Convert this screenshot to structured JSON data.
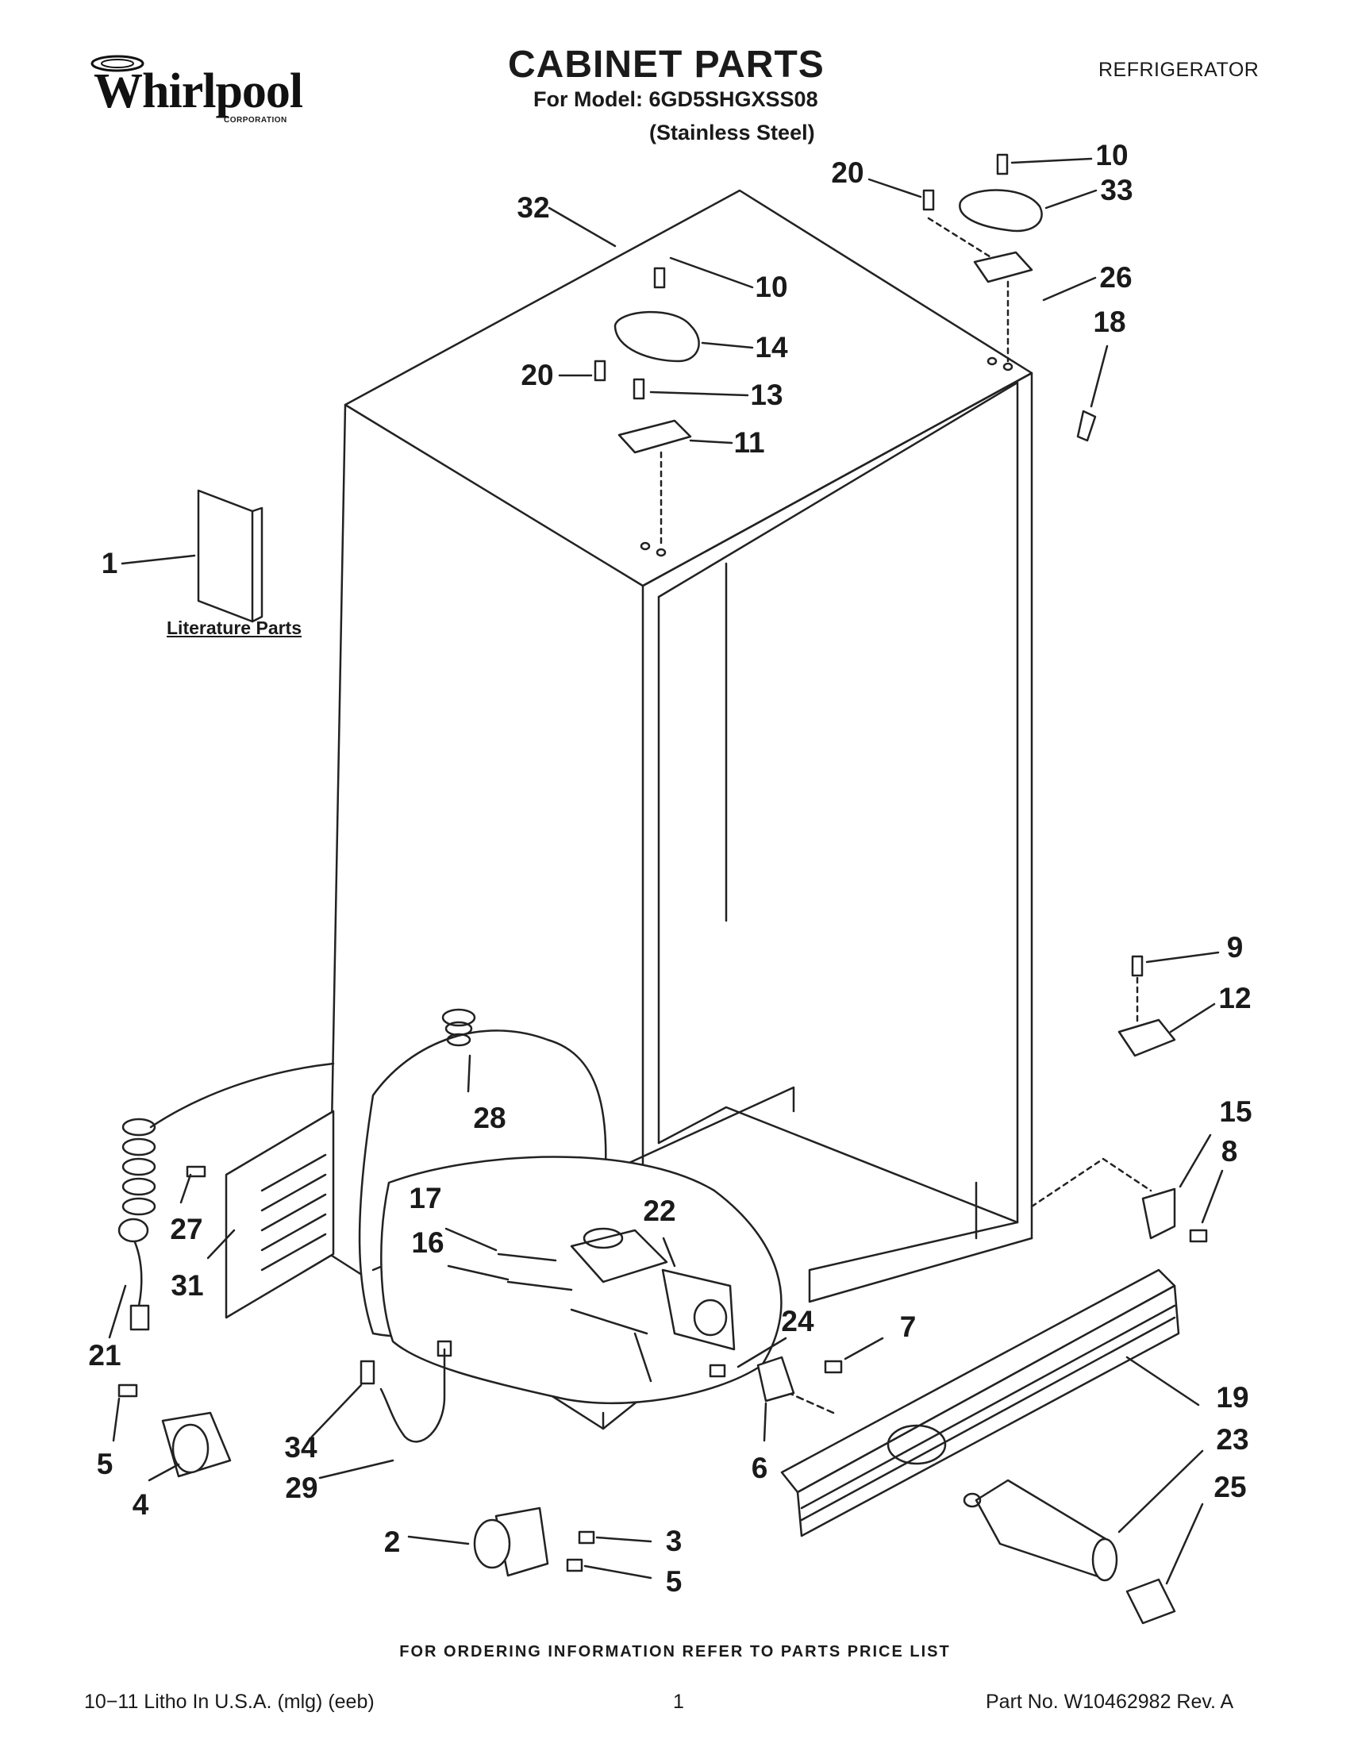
{
  "header": {
    "brand": "Whirlpool",
    "brand_sub": "CORPORATION",
    "title": "CABINET PARTS",
    "model_line": "For Model: 6GD5SHGXSS08",
    "finish": "(Stainless Steel)",
    "appliance": "REFRIGERATOR"
  },
  "diagram": {
    "literature_label": "Literature Parts",
    "callouts": {
      "c1": "1",
      "c2": "2",
      "c3": "3",
      "c4": "4",
      "c5a": "5",
      "c5b": "5",
      "c6": "6",
      "c7": "7",
      "c8": "8",
      "c9": "9",
      "c10a": "10",
      "c10b": "10",
      "c11": "11",
      "c12": "12",
      "c13": "13",
      "c14": "14",
      "c15": "15",
      "c16": "16",
      "c17": "17",
      "c18": "18",
      "c19": "19",
      "c20a": "20",
      "c20b": "20",
      "c21": "21",
      "c22": "22",
      "c23": "23",
      "c24": "24",
      "c25": "25",
      "c26": "26",
      "c27": "27",
      "c28": "28",
      "c29": "29",
      "c31": "31",
      "c32": "32",
      "c33": "33",
      "c34": "34"
    }
  },
  "footer": {
    "ordering_note": "FOR ORDERING INFORMATION REFER TO PARTS PRICE LIST",
    "litho": "10−11 Litho In U.S.A. (mlg) (eeb)",
    "page": "1",
    "part_no": "Part No. W10462982 Rev. A"
  }
}
